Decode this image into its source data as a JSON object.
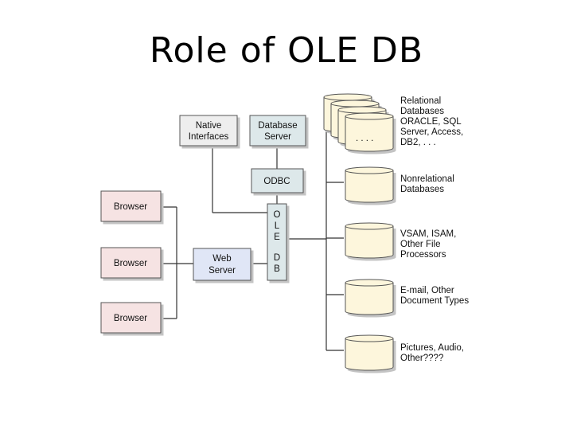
{
  "title": "Role of OLE DB",
  "colors": {
    "browser_fill": "#f6e3e3",
    "web_server_fill": "#e0e6f6",
    "native_fill": "#eeeeee",
    "db_server_fill": "#dde8ea",
    "odbc_fill": "#dde8ea",
    "oledb_fill": "#dde8ea",
    "cylinder_fill": "#fdf6dc",
    "line": "#333333"
  },
  "diagram": {
    "browsers": [
      "Browser",
      "Browser",
      "Browser"
    ],
    "web_server": [
      "Web",
      "Server"
    ],
    "native_interfaces": [
      "Native",
      "Interfaces"
    ],
    "database_server": [
      "Database",
      "Server"
    ],
    "odbc": "ODBC",
    "oledb_letters": [
      "O",
      "L",
      "E",
      "D",
      "B"
    ],
    "relational_dots": ". . . .",
    "data_sources": [
      {
        "lines": [
          "Relational",
          "Databases",
          "ORACLE, SQL",
          "Server, Access,",
          "DB2, . . ."
        ]
      },
      {
        "lines": [
          "Nonrelational",
          "Databases"
        ]
      },
      {
        "lines": [
          "VSAM, ISAM,",
          "Other File",
          "Processors"
        ]
      },
      {
        "lines": [
          "E-mail, Other",
          "Document Types"
        ]
      },
      {
        "lines": [
          "Pictures, Audio,",
          "Other????"
        ]
      }
    ]
  }
}
